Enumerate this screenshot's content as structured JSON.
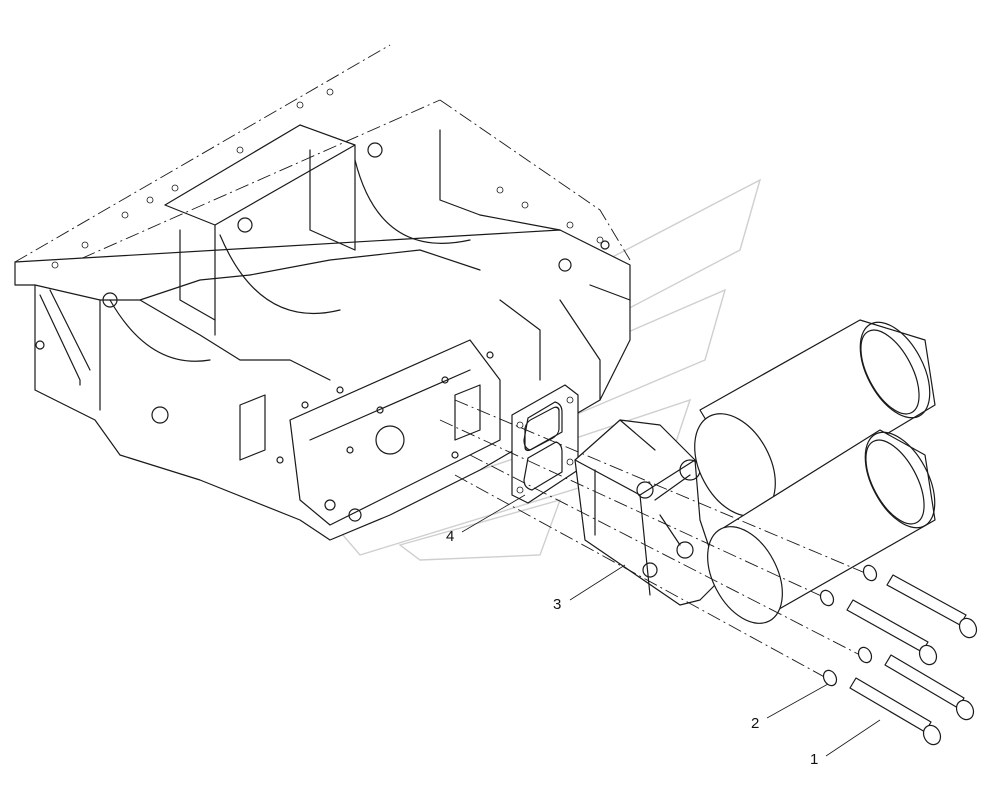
{
  "callouts": [
    {
      "id": "1",
      "label": "1"
    },
    {
      "id": "2",
      "label": "2"
    },
    {
      "id": "3",
      "label": "3"
    },
    {
      "id": "4",
      "label": "4"
    }
  ],
  "colors": {
    "line": "#1a1a1a",
    "watermark": "#cfcfcf",
    "background": "#ffffff"
  }
}
